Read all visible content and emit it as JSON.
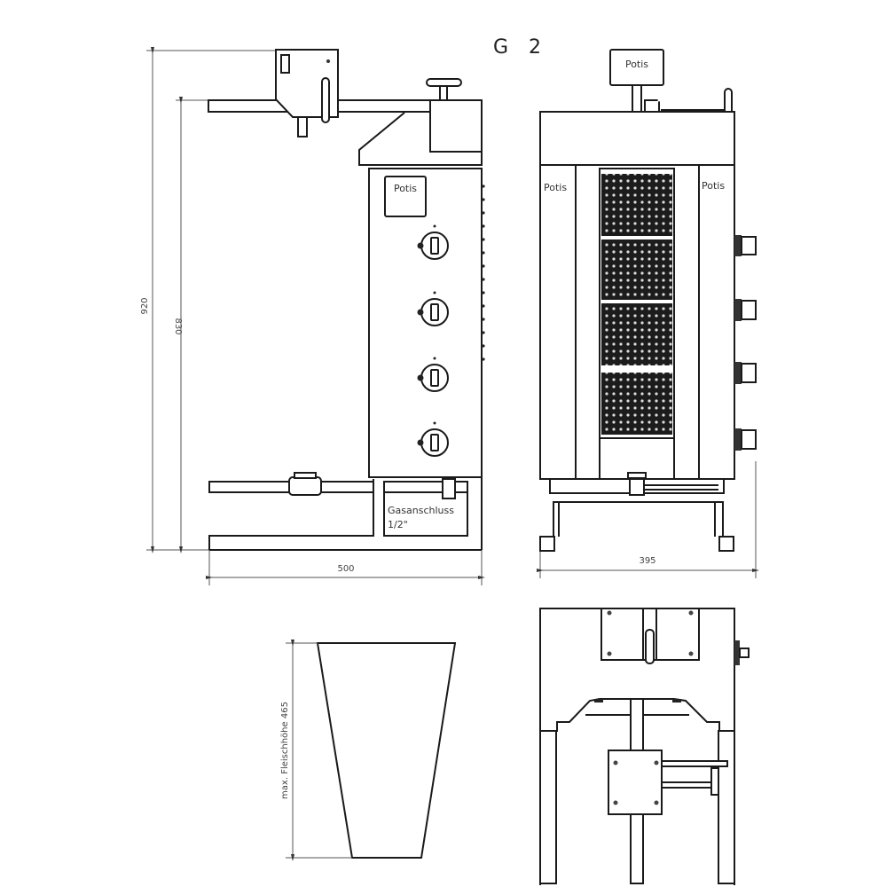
{
  "title": "G 2",
  "side_view": {
    "dimensions": {
      "total_height": "920",
      "height_to_arm": "830",
      "depth": "500"
    },
    "panel_label": "Potis",
    "knobs": 4,
    "gas_label": "Gasanschluss",
    "gas_size": "1/2\""
  },
  "front_view": {
    "motor_label": "Potis",
    "left_label": "Potis",
    "right_label": "Potis",
    "width_dimension": "395",
    "knobs": 4
  },
  "top_view": {},
  "meat_cone": {
    "label": "max. Fleischhöhe 465"
  },
  "colors": {
    "line": "#1a1a1a",
    "background": "#ffffff"
  }
}
